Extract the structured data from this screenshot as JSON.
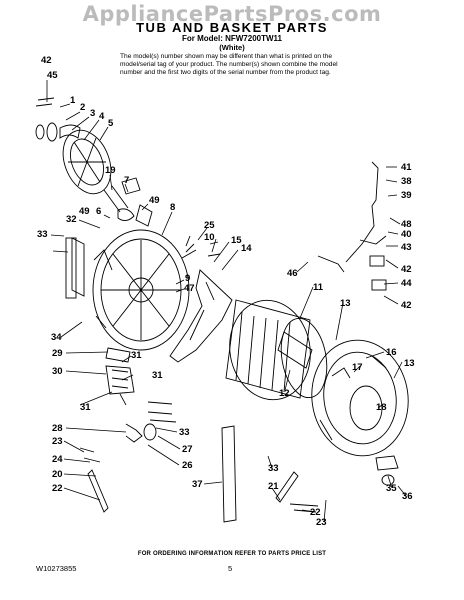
{
  "watermark": "AppliancePartsPros.com",
  "header": {
    "title": "TUB AND BASKET PARTS",
    "model_line": "For Model: NFW7200TW11",
    "variant": "(White)",
    "note": "The model(s) number shown may be different than what is printed on the model/serial tag of your product. The number(s) shown combine the model number and the first two digits of the serial number from the product tag."
  },
  "callouts": {
    "c42a": "42",
    "c45": "45",
    "c1": "1",
    "c2": "2",
    "c3": "3",
    "c4": "4",
    "c5": "5",
    "c19": "19",
    "c7": "7",
    "c6": "6",
    "c49a": "49",
    "c32": "32",
    "c49b": "49",
    "c8": "8",
    "c33a": "33",
    "c25": "25",
    "c10": "10",
    "c15": "15",
    "c14": "14",
    "c9": "9",
    "c47": "47",
    "c41": "41",
    "c38": "38",
    "c39": "39",
    "c48": "48",
    "c40": "40",
    "c43": "43",
    "c42b": "42",
    "c44": "44",
    "c42c": "42",
    "c46": "46",
    "c11": "11",
    "c13a": "13",
    "c34": "34",
    "c29": "29",
    "c31a": "31",
    "c30": "30",
    "c31b": "31",
    "c31c": "31",
    "c16": "16",
    "c17": "17",
    "c13b": "13",
    "c12": "12",
    "c18": "18",
    "c28": "28",
    "c33b": "33",
    "c27": "27",
    "c26": "26",
    "c23a": "23",
    "c24": "24",
    "c20": "20",
    "c22a": "22",
    "c37": "37",
    "c33c": "33",
    "c21": "21",
    "c22b": "22",
    "c23b": "23",
    "c35": "35",
    "c36": "36"
  },
  "footer": {
    "order_info": "FOR ORDERING INFORMATION REFER TO PARTS PRICE LIST",
    "doc_number": "W10273855",
    "page": "5"
  }
}
